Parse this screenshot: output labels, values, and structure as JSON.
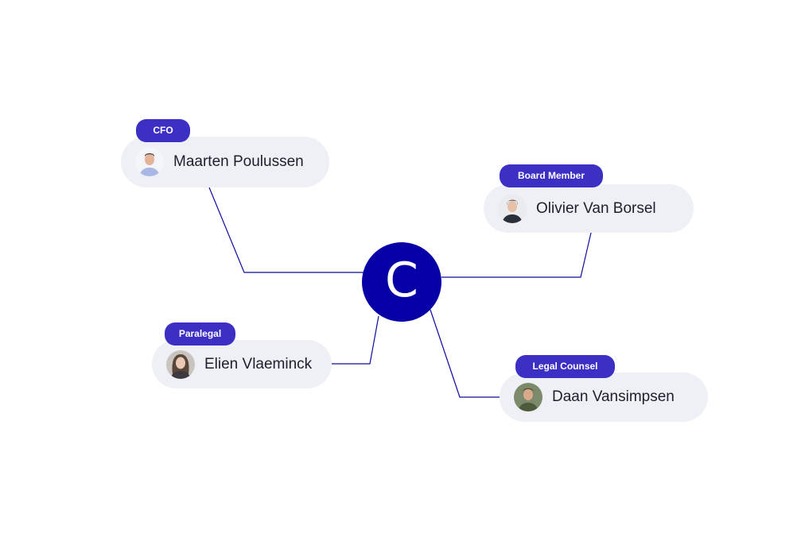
{
  "hub": {
    "letter": "C",
    "color": "#0600a6"
  },
  "connector_color": "#0d0d9e",
  "people": [
    {
      "id": "cfo",
      "role": "CFO",
      "name": "Maarten Poulussen",
      "avatar": "avatar-maarten-photo"
    },
    {
      "id": "board",
      "role": "Board Member",
      "name": "Olivier Van Borsel",
      "avatar": "avatar-olivier-photo"
    },
    {
      "id": "para",
      "role": "Paralegal",
      "name": "Elien Vlaeminck",
      "avatar": "avatar-elien-photo"
    },
    {
      "id": "legal",
      "role": "Legal Counsel",
      "name": "Daan Vansimpsen",
      "avatar": "avatar-daan-photo"
    }
  ],
  "colors": {
    "pill_background": "#eef0f5",
    "badge_background": "#3b2fc4",
    "name_text": "#1e1f2e"
  }
}
